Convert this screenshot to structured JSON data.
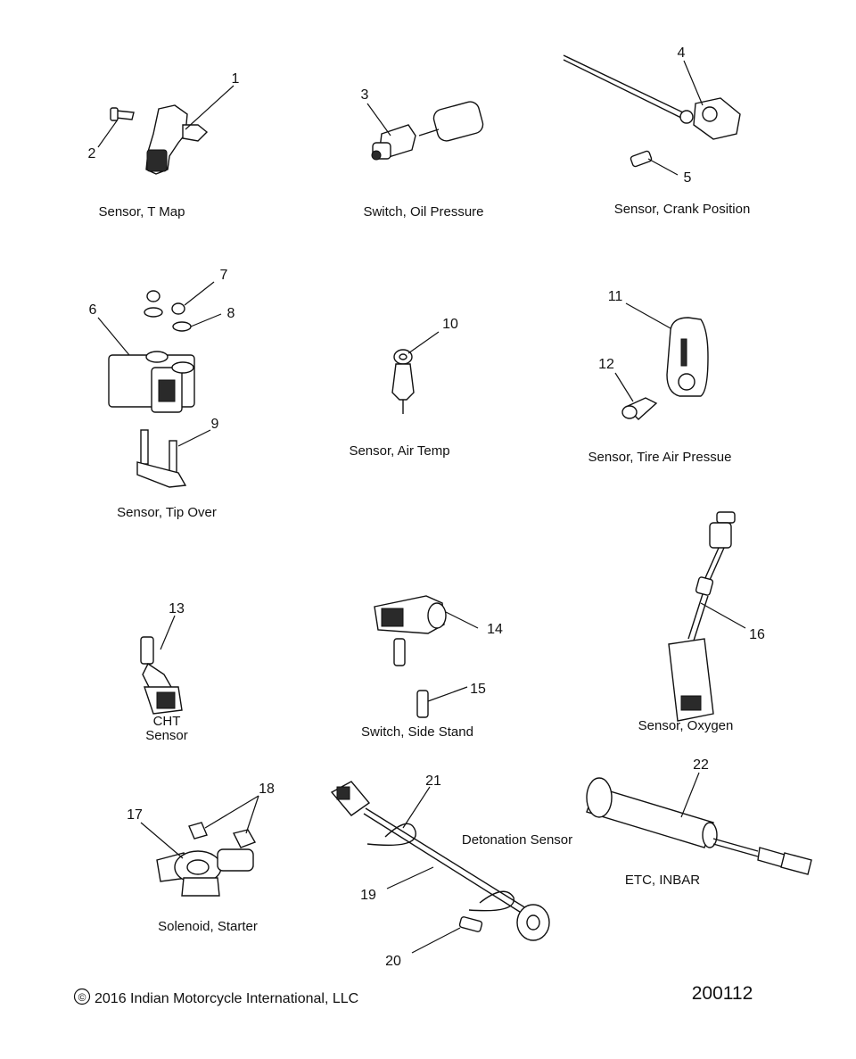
{
  "groups": {
    "t_map": "Sensor, T Map",
    "oil_pressure": "Switch, Oil Pressure",
    "crank_position": "Sensor, Crank Position",
    "tip_over": "Sensor, Tip Over",
    "air_temp": "Sensor, Air Temp",
    "tire_air": "Sensor, Tire Air Pressue",
    "cht_line1": "CHT",
    "cht_line2": "Sensor",
    "side_stand": "Switch, Side Stand",
    "oxygen": "Sensor, Oxygen",
    "starter": "Solenoid, Starter",
    "detonation": "Detonation Sensor",
    "etc": "ETC, INBAR"
  },
  "callouts": [
    "1",
    "2",
    "3",
    "4",
    "5",
    "6",
    "7",
    "8",
    "9",
    "10",
    "11",
    "12",
    "13",
    "14",
    "15",
    "16",
    "17",
    "18",
    "19",
    "20",
    "21",
    "22"
  ],
  "footer": {
    "copyright_symbol": "©",
    "copyright_text": "2016 Indian Motorcycle International, LLC",
    "doc_number": "200112"
  }
}
